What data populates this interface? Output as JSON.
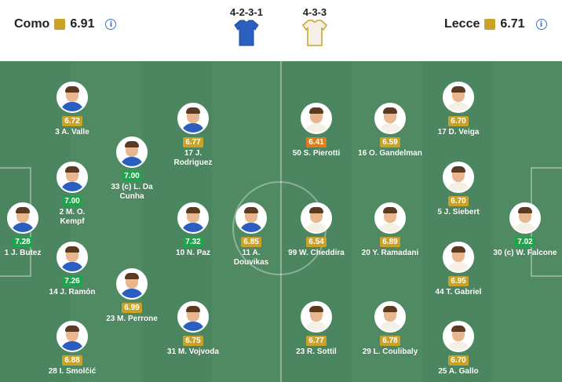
{
  "colors": {
    "gold": "#c9a227",
    "green": "#1ea44a",
    "orange": "#e07c1a",
    "home_shirt": "#2a5fbf",
    "away_shirt": "#f5f0e6"
  },
  "home": {
    "name": "Como",
    "rating": "6.91",
    "formation": "4-2-3-1"
  },
  "away": {
    "name": "Lecce",
    "rating": "6.71",
    "formation": "4-3-3"
  },
  "players": [
    {
      "label": "1  J. Butez",
      "rating": "7.28",
      "tier": "green"
    },
    {
      "label": "3  A. Valle",
      "rating": "6.72",
      "tier": "gold"
    },
    {
      "label": "2  M. O. Kempf",
      "rating": "7.00",
      "tier": "green"
    },
    {
      "label": "14  J. Ramón",
      "rating": "7.26",
      "tier": "green"
    },
    {
      "label": "28  I. Smolčić",
      "rating": "6.88",
      "tier": "gold"
    },
    {
      "label": "33 (c) L. Da Cunha",
      "rating": "7.00",
      "tier": "green"
    },
    {
      "label": "23  M. Perrone",
      "rating": "6.99",
      "tier": "gold"
    },
    {
      "label": "17  J. Rodriguez",
      "rating": "6.77",
      "tier": "gold"
    },
    {
      "label": "10  N. Paz",
      "rating": "7.32",
      "tier": "green"
    },
    {
      "label": "31  M. Vojvoda",
      "rating": "6.75",
      "tier": "gold"
    },
    {
      "label": "11  A. Douvikas",
      "rating": "6.85",
      "tier": "gold"
    },
    {
      "label": "50  S. Pierotti",
      "rating": "6.41",
      "tier": "orange"
    },
    {
      "label": "99  W. Cheddira",
      "rating": "6.54",
      "tier": "gold"
    },
    {
      "label": "23  R. Sottil",
      "rating": "6.77",
      "tier": "gold"
    },
    {
      "label": "16  O. Gandelman",
      "rating": "6.59",
      "tier": "gold"
    },
    {
      "label": "20  Y. Ramadani",
      "rating": "6.89",
      "tier": "gold"
    },
    {
      "label": "29  L. Coulibaly",
      "rating": "6.78",
      "tier": "gold"
    },
    {
      "label": "17  D. Veiga",
      "rating": "6.70",
      "tier": "gold"
    },
    {
      "label": "5  J. Siebert",
      "rating": "6.70",
      "tier": "gold"
    },
    {
      "label": "44  T. Gabriel",
      "rating": "6.95",
      "tier": "gold"
    },
    {
      "label": "25  A. Gallo",
      "rating": "6.70",
      "tier": "gold"
    },
    {
      "label": "30 (c) W. Falcone",
      "rating": "7.02",
      "tier": "green"
    }
  ]
}
